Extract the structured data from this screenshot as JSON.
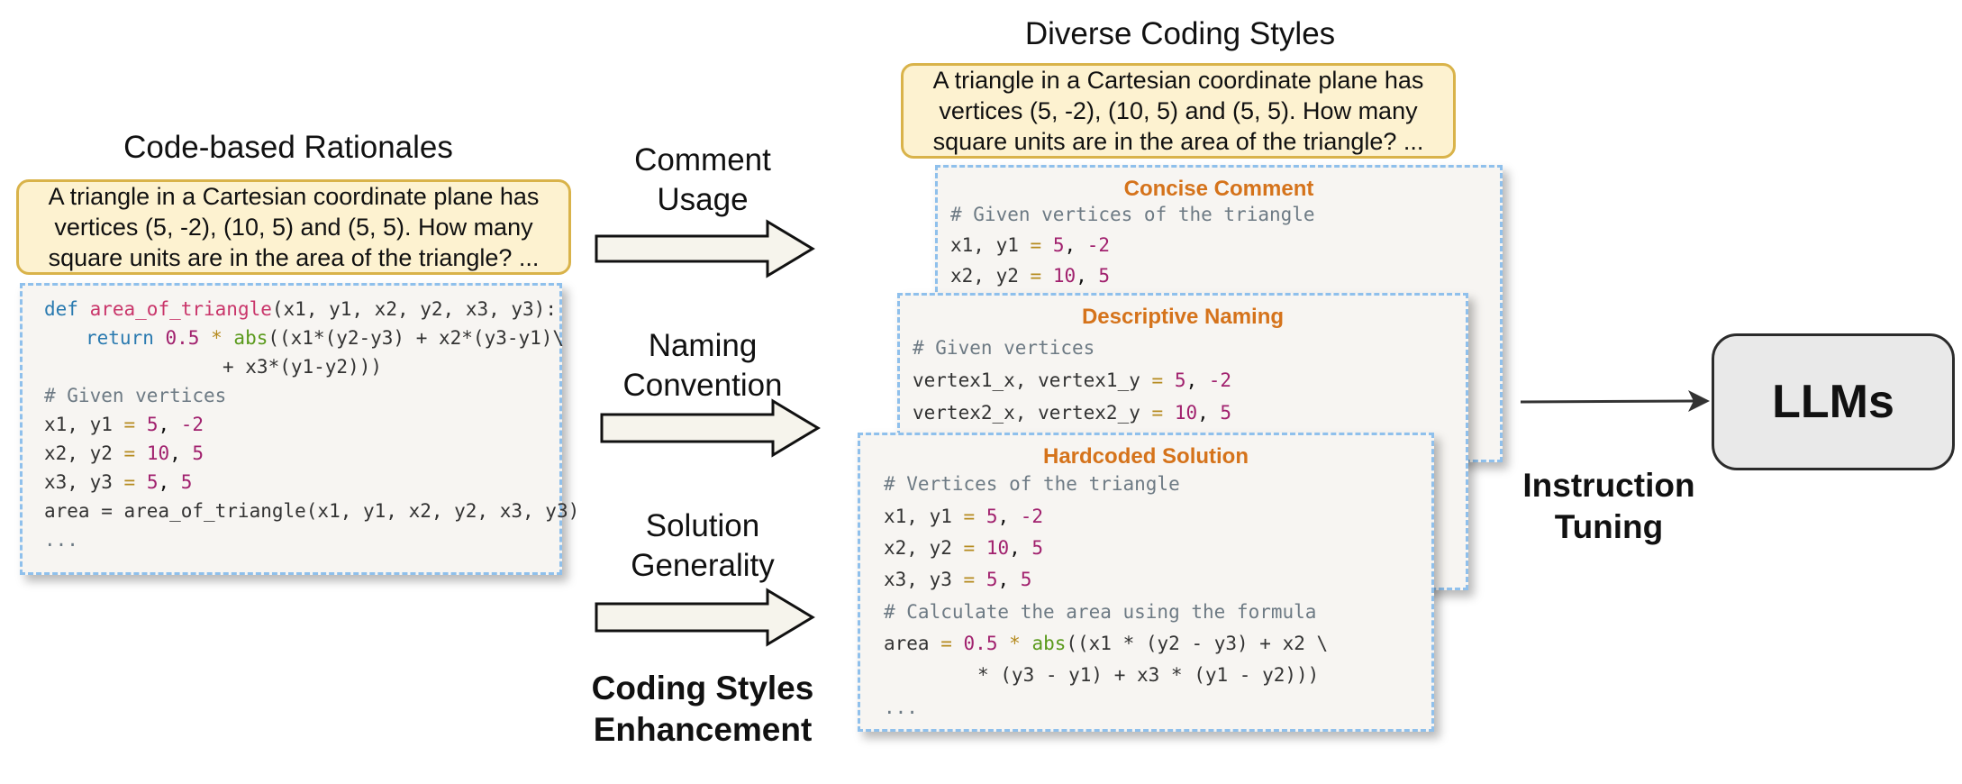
{
  "left": {
    "heading": "Code-based Rationales",
    "question": "A triangle in a Cartesian coordinate plane has vertices (5, -2), (10, 5) and (5, 5). How many square units are in the area of the triangle? ...",
    "code": {
      "l1_kw": "def",
      "l1_fn": "area_of_triangle",
      "l1_rest": "(x1, y1, x2, y2, x3, y3):",
      "l2_kw": "return",
      "l2_num": "0.5",
      "l2_op": "*",
      "l2_bi": "abs",
      "l2_rest": "((x1*(y2-y3) + x2*(y3-y1)\\",
      "l3": "+ x3*(y1-y2)))",
      "l4": "# Given vertices",
      "l5_a": "x1, y1 ",
      "l5_b": "5",
      "l5_c": "-2",
      "l6_a": "x2, y2 ",
      "l6_b": "10",
      "l6_c": "5",
      "l7_a": "x3, y3 ",
      "l7_b": "5",
      "l7_c": "5",
      "l8": "area = area_of_triangle(x1, y1, x2, y2, x3, y3)",
      "l9": "..."
    }
  },
  "middle": {
    "comment_usage": [
      "Comment",
      "Usage"
    ],
    "naming_convention": [
      "Naming",
      "Convention"
    ],
    "solution_generality": [
      "Solution",
      "Generality"
    ],
    "enhancement": [
      "Coding Styles",
      "Enhancement"
    ]
  },
  "right": {
    "heading": "Diverse Coding Styles",
    "question": "A triangle in a Cartesian coordinate plane has vertices (5, -2), (10, 5) and (5, 5). How many square units are in the area of the triangle? ...",
    "concise": {
      "title": "Concise Comment",
      "l1": "# Given vertices of the triangle",
      "l2_a": "x1, y1 ",
      "l2_b": "5",
      "l2_c": "-2",
      "l3_a": "x2, y2 ",
      "l3_b": "10",
      "l3_c": "5"
    },
    "descriptive": {
      "title": "Descriptive Naming",
      "l1": "# Given vertices",
      "l2_a": "vertex1_x, vertex1_y ",
      "l2_b": "5",
      "l2_c": "-2",
      "l3_a": "vertex2_x, vertex2_y ",
      "l3_b": "10",
      "l3_c": "5"
    },
    "hardcoded": {
      "title": "Hardcoded Solution",
      "l1": "# Vertices of the triangle",
      "l2_a": "x1, y1 ",
      "l2_b": "5",
      "l2_c": "-2",
      "l3_a": "x2, y2 ",
      "l3_b": "10",
      "l3_c": "5",
      "l4_a": "x3, y3 ",
      "l4_b": "5",
      "l4_c": "5",
      "l5": "# Calculate the area using the formula",
      "l6_a": "area ",
      "l6_num": "0.5",
      "l6_bi": "abs",
      "l6_rest": "((x1 * (y2 - y3) + x2 \\",
      "l7": "* (y3 - y1) + x3 * (y1 - y2)))",
      "l8": "..."
    }
  },
  "output": {
    "llm_label": "LLMs",
    "instruction_tuning": [
      "Instruction",
      "Tuning"
    ]
  },
  "colors": {
    "question_fill": "#fdf2d0",
    "question_border": "#d9b34a",
    "code_border": "#8fc0ec",
    "title_orange": "#d5731b",
    "arrow_fill": "#f6f4ec"
  }
}
